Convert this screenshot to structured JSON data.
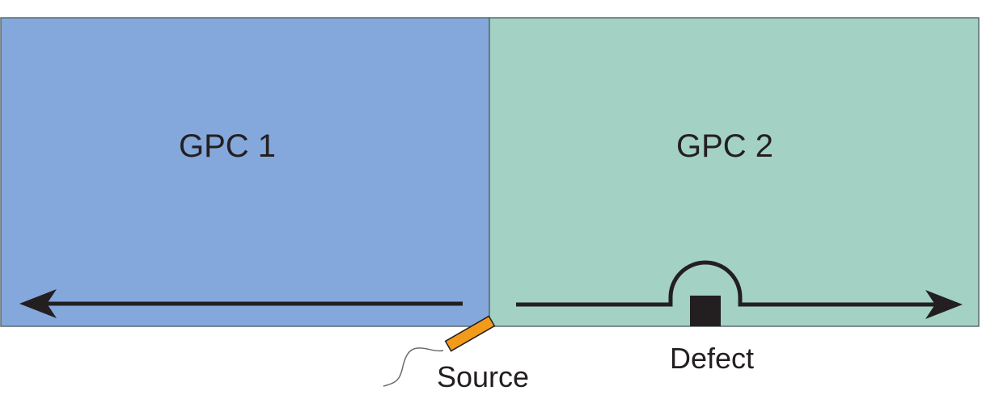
{
  "regions": {
    "left": {
      "label": "GPC 1",
      "color": "#84a8dc"
    },
    "right": {
      "label": "GPC 2",
      "color": "#a3d1c3"
    }
  },
  "annotations": {
    "source": "Source",
    "defect": "Defect"
  },
  "colors": {
    "border": "#5a6b70",
    "arrow": "#231f20",
    "source_body": "#f29a1a",
    "defect": "#231f20"
  },
  "icons": {
    "source": "source-transducer-icon",
    "defect": "defect-block-icon"
  }
}
